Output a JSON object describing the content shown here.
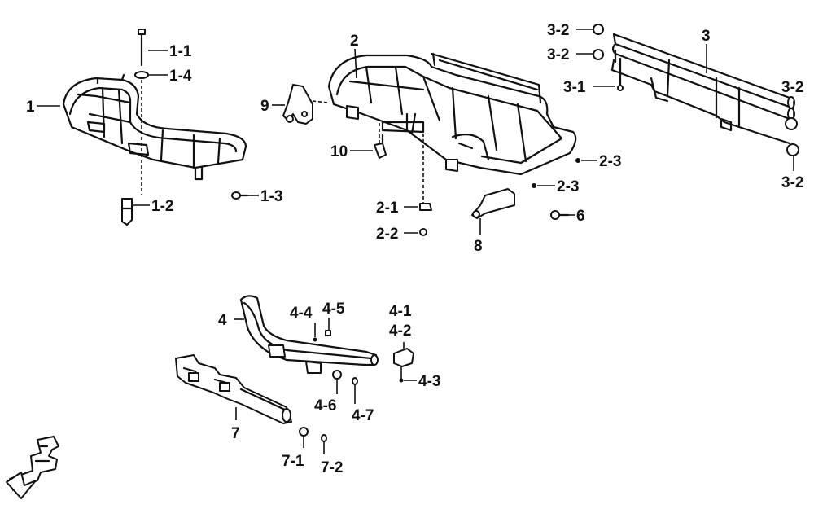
{
  "labels": {
    "p1": "1",
    "p1_1": "1-1",
    "p1_2": "1-2",
    "p1_3": "1-3",
    "p1_4": "1-4",
    "p2": "2",
    "p2_1": "2-1",
    "p2_2": "2-2",
    "p2_3a": "2-3",
    "p2_3b": "2-3",
    "p3": "3",
    "p3_1": "3-1",
    "p3_2a": "3-2",
    "p3_2b": "3-2",
    "p3_2c": "3-2",
    "p3_2d": "3-2",
    "p4": "4",
    "p4_1": "4-1",
    "p4_2": "4-2",
    "p4_3": "4-3",
    "p4_4": "4-4",
    "p4_5": "4-5",
    "p4_6": "4-6",
    "p4_7": "4-7",
    "p6": "6",
    "p7": "7",
    "p7_1": "7-1",
    "p7_2": "7-2",
    "p8": "8",
    "p9": "9",
    "p10": "10"
  },
  "icons": {
    "orientation": "front-direction-arrow-icon"
  }
}
